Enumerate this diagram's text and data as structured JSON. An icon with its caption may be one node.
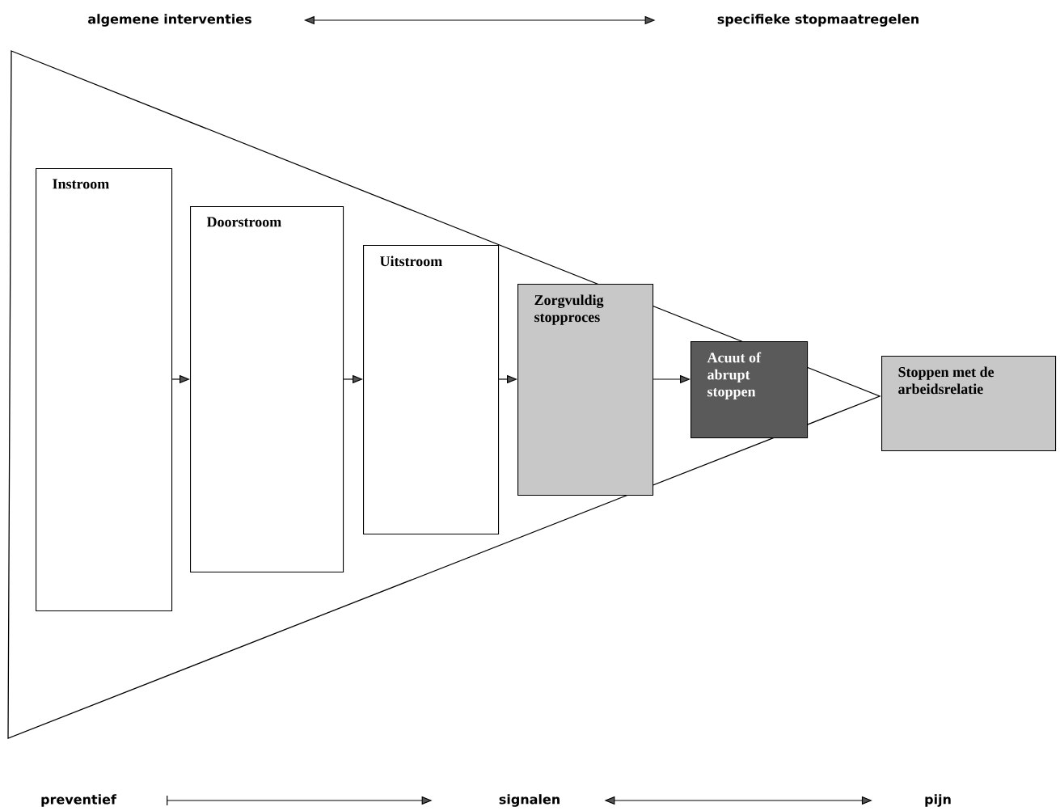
{
  "diagram": {
    "nodes": [
      {
        "text": [
          "algemene interventies"
        ]
      },
      {
        "text": [
          "specifieke stopmaatregelen"
        ]
      },
      {
        "text": [
          "Instroom"
        ]
      },
      {
        "text": [
          "Doorstroom"
        ]
      },
      {
        "text": [
          "Uitstroom"
        ]
      },
      {
        "text": [
          "Zorgvuldig stopproces"
        ]
      },
      {
        "text": [
          "Acuut of abrupt stoppen"
        ]
      },
      {
        "text": [
          "Stoppen met de arbeidsrelatie"
        ]
      },
      {
        "text": [
          "preventief"
        ]
      },
      {
        "text": [
          "signalen"
        ]
      },
      {
        "text": [
          "pijn"
        ]
      }
    ],
    "edges": [
      {
        "from": 0,
        "to": 1,
        "arrow": "both"
      },
      {
        "from": 2,
        "to": 3,
        "arrow": "to"
      },
      {
        "from": 3,
        "to": 4,
        "arrow": "to"
      },
      {
        "from": 4,
        "to": 5,
        "arrow": "to"
      },
      {
        "from": 5,
        "to": 6,
        "arrow": "to"
      },
      {
        "from": 8,
        "to": 9,
        "arrow": "to"
      },
      {
        "from": 9,
        "to": 10,
        "arrow": "both"
      }
    ]
  }
}
